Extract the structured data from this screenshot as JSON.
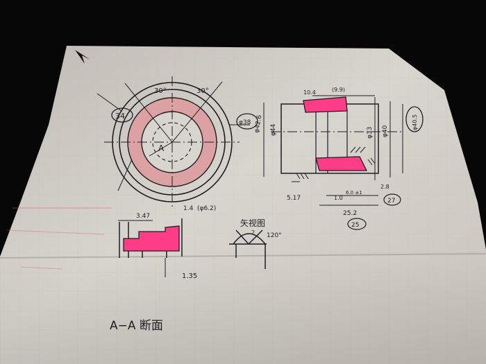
{
  "sketch": {
    "top_view": {
      "section_marker": "A",
      "angle_left": "30°",
      "angle_right": "30°",
      "circled_note_left": "34",
      "circled_note_right": "φ38",
      "dim_side": "φ42.6"
    },
    "side_view": {
      "top_dim": "10.4",
      "top_dim_paren": "(9.9)",
      "dim_phi44": "φ44",
      "dim_phi33": "φ33",
      "dim_phi40": "φ40",
      "circled_right": "φ40.5",
      "dim_left": "5.17",
      "dim_1": "1.0",
      "dim_2": "6.0 ±1",
      "dim_28": "2.8",
      "dim_252": "25.2",
      "circled_27": "27",
      "circled_25": "25"
    },
    "section_view": {
      "width_dim": "3.47",
      "top_dim": "1.4",
      "top_dim_paren": "(φ6.2)",
      "bottom_dim": "1.35",
      "title": "A−A 断面"
    },
    "arrow_view": {
      "label": "矢视图",
      "num": "2",
      "angle": "120°"
    }
  },
  "colors": {
    "paper": "#d9d5cf",
    "ink": "#1d1d24",
    "highlight": "#ff3d86",
    "ring_fill": "#e0a6a6",
    "stamp": "#e05c66"
  }
}
